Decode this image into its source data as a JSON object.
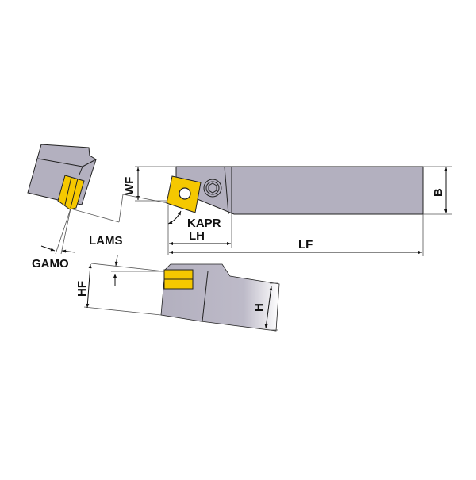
{
  "diagram": {
    "type": "turning tool holder technical drawing",
    "views": [
      "top-view",
      "front-detail-view",
      "side-view"
    ],
    "labels": {
      "wf": "WF",
      "b": "B",
      "kapr": "KAPR",
      "lh": "LH",
      "lf": "LF",
      "lams": "LAMS",
      "gamo": "GAMO",
      "hf": "HF",
      "h": "H"
    },
    "colors": {
      "body": "#b3b0bf",
      "body_light": "#d6d4de",
      "insert": "#f5c800",
      "outline": "#222222",
      "dimension_line": "#333333"
    }
  }
}
